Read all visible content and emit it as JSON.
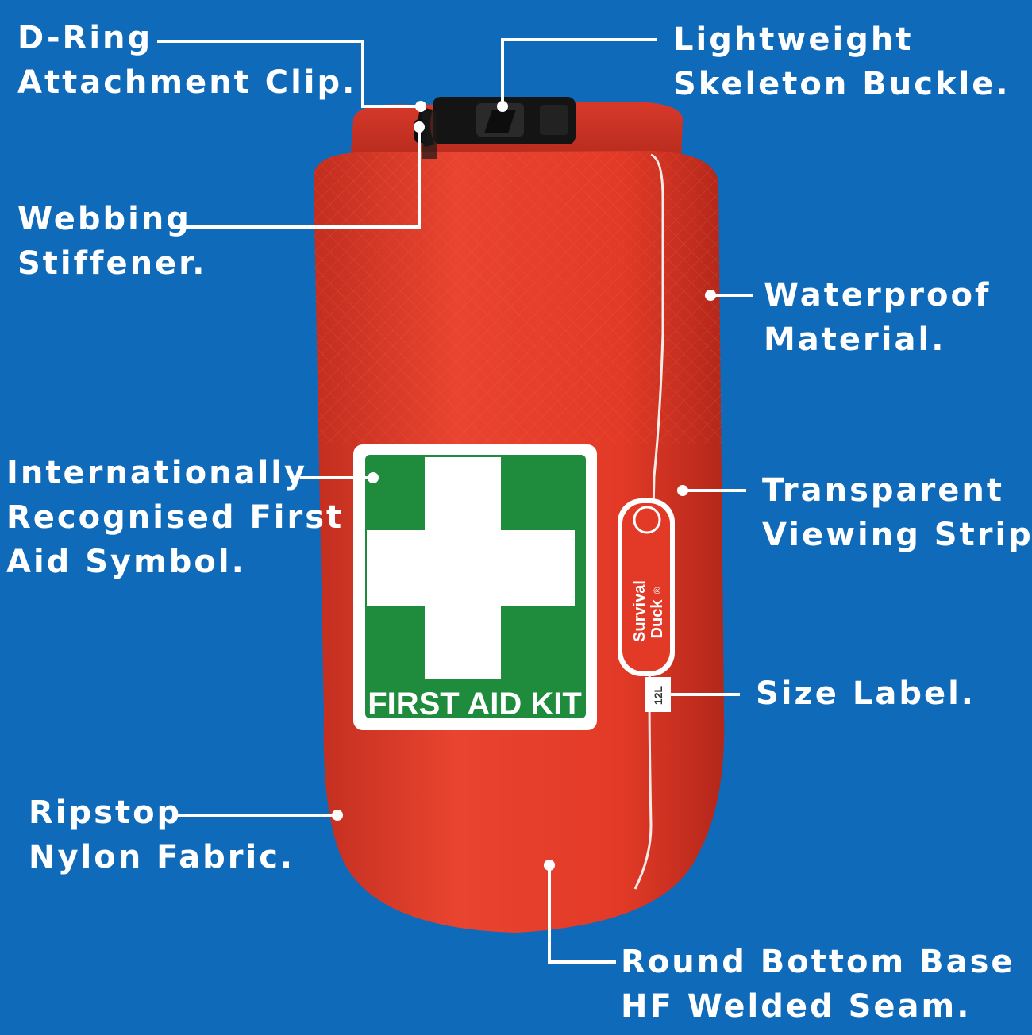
{
  "colors": {
    "background": "#0F6AB9",
    "bag_red": "#E63A28",
    "bag_red_dark": "#B8281B",
    "symbol_green": "#1E8C3C",
    "callout_white": "#FFFFFF"
  },
  "product": {
    "symbol_text": "FIRST AID KIT",
    "brand_line1": "Survival",
    "brand_line2": "Duck",
    "brand_mark": "®",
    "size_label": "12L"
  },
  "callouts": {
    "d_ring": {
      "line1": "D-Ring",
      "line2": "Attachment Clip."
    },
    "buckle": {
      "line1": "Lightweight",
      "line2": "Skeleton Buckle."
    },
    "webbing": {
      "line1": "Webbing",
      "line2": "Stiffener."
    },
    "waterproof": {
      "line1": "Waterproof",
      "line2": "Material."
    },
    "symbol": {
      "line1": "Internationally",
      "line2": "Recognised First",
      "line3": "Aid Symbol."
    },
    "viewing_strip": {
      "line1": "Transparent",
      "line2": "Viewing Strip."
    },
    "size_label": {
      "line1": "Size Label."
    },
    "ripstop": {
      "line1": "Ripstop",
      "line2": "Nylon Fabric."
    },
    "round_bottom": {
      "line1": "Round Bottom Base",
      "line2": "HF Welded Seam."
    }
  }
}
